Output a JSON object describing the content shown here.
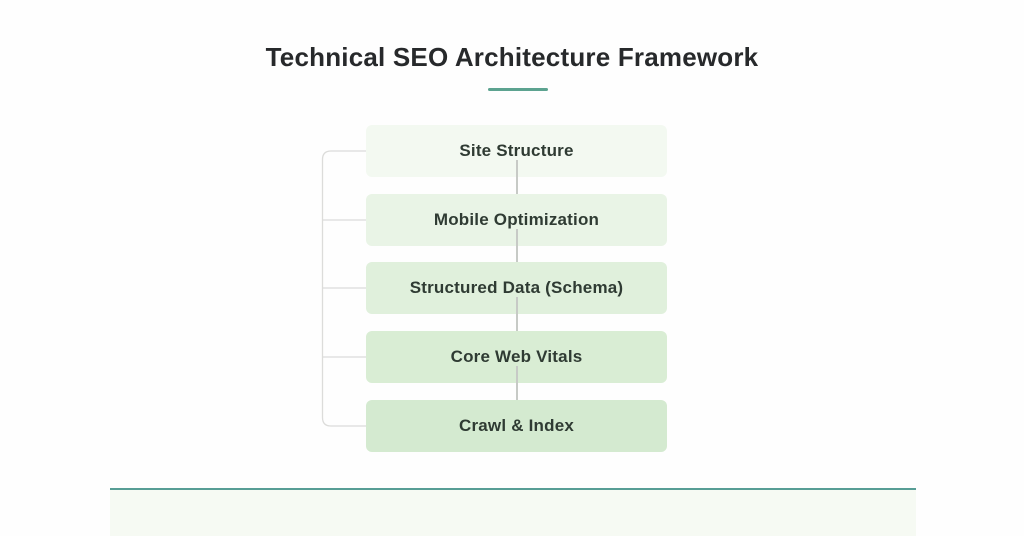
{
  "page": {
    "title": "Technical SEO Architecture Framework",
    "background_color": "#fefefe",
    "title_color": "#27292b",
    "title_underline_color": "#5ca390"
  },
  "diagram": {
    "text_color": "#2f3b33",
    "bracket_color": "#dcdcda",
    "connector_color": "#c7cac6",
    "nodes": [
      {
        "label": "Site Structure",
        "fill": "#f3f9f1"
      },
      {
        "label": "Mobile Optimization",
        "fill": "#e9f4e6"
      },
      {
        "label": "Structured Data (Schema)",
        "fill": "#e0f0dc"
      },
      {
        "label": "Core Web Vitals",
        "fill": "#d9edd4"
      },
      {
        "label": "Crawl & Index",
        "fill": "#d4ead0"
      }
    ]
  },
  "footer": {
    "line_color": "#579d95",
    "panel_color": "#f6faf3"
  }
}
